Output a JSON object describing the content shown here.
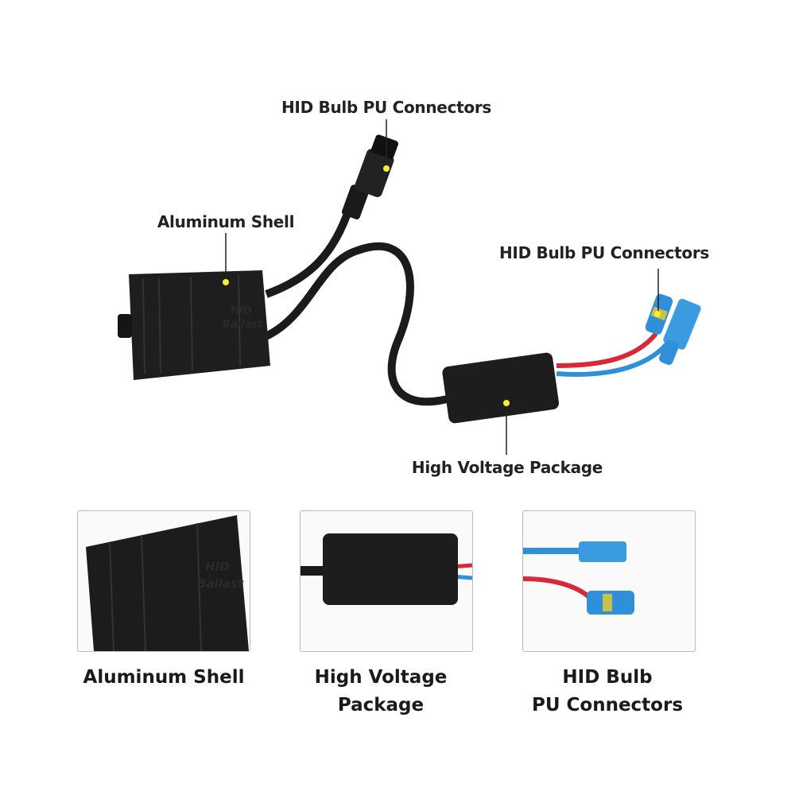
{
  "callouts": {
    "top_connector": "HID Bulb PU Connectors",
    "shell": "Aluminum Shell",
    "right_connector": "HID Bulb PU Connectors",
    "hv_package": "High Voltage Package"
  },
  "product_print": {
    "ballast_line1": "HID",
    "ballast_line2": "Ballast"
  },
  "panels": [
    {
      "caption_line1": "Aluminum Shell",
      "caption_line2": ""
    },
    {
      "caption_line1": "High Voltage",
      "caption_line2": "Package"
    },
    {
      "caption_line1": "HID Bulb",
      "caption_line2": "PU Connectors"
    }
  ],
  "colors": {
    "marker": "#f5f02a",
    "cable": "#1b1b1b",
    "connector_blue": "#2f8fd8",
    "wire_red": "#d8283a"
  }
}
